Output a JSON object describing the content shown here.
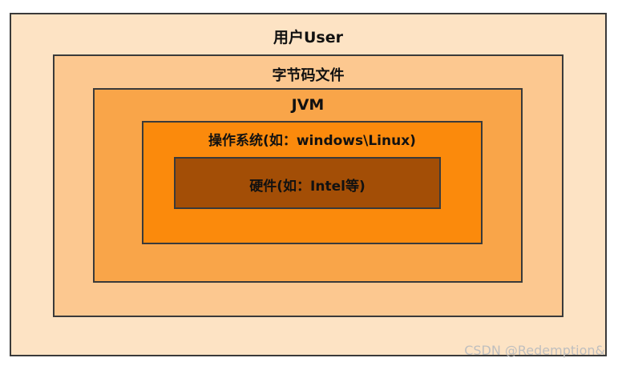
{
  "layers": {
    "user": {
      "label": "用户User",
      "color": "#fde3c4"
    },
    "bytecode": {
      "label": "字节码文件",
      "color": "#fcc890"
    },
    "jvm": {
      "label": "JVM",
      "color": "#f9a549"
    },
    "os": {
      "label": "操作系统(如：windows\\Linux)",
      "color": "#fb8a0c"
    },
    "hardware": {
      "label": "硬件(如：Intel等)",
      "color": "#a34e06"
    }
  },
  "watermark": "CSDN @Redemption&"
}
